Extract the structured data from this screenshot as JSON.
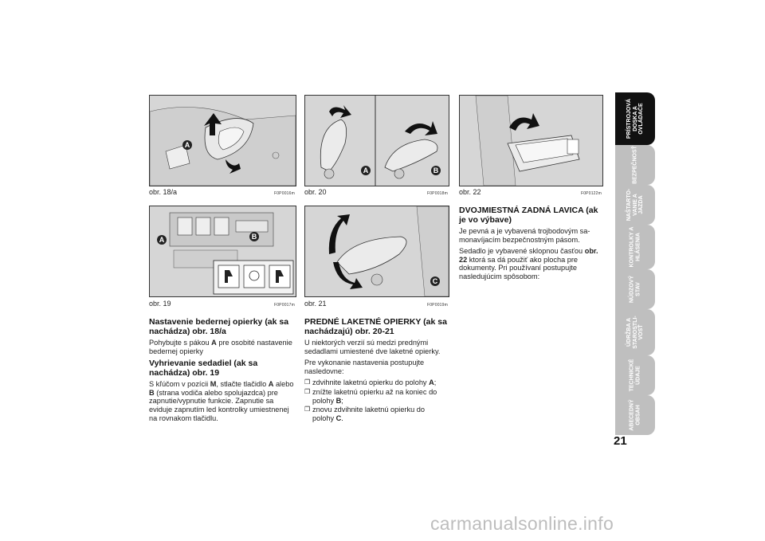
{
  "figures": {
    "fig18a": {
      "caption": "obr. 18/a",
      "code": "F0P0016m",
      "markers": [
        "A"
      ]
    },
    "fig19": {
      "caption": "obr. 19",
      "code": "F0P0017m",
      "markers": [
        "A",
        "B"
      ]
    },
    "fig20": {
      "caption": "obr. 20",
      "code": "F0P0018m",
      "markers": [
        "A",
        "B"
      ]
    },
    "fig21": {
      "caption": "obr. 21",
      "code": "F0P0019m",
      "markers": [
        "C"
      ]
    },
    "fig22": {
      "caption": "obr. 22",
      "code": "F0P0122m",
      "markers": []
    }
  },
  "col1": {
    "h1": "Nastavenie bedernej opierky (ak sa nachádza) obr. 18/a",
    "p1_a": "Pohybujte s pákou ",
    "p1_b": "A",
    "p1_c": " pre osobité nastavenie bedernej opierky",
    "h2": "Vyhrievanie sedadiel (ak sa nachádza) obr. 19",
    "p2_a": "S kľúčom v pozícii ",
    "p2_b": "M",
    "p2_c": ", stlačte tlačidlo ",
    "p2_d": "A",
    "p2_e": " alebo ",
    "p2_f": "B",
    "p2_g": " (strana vodiča alebo spolujazdca) pre zapnutie/vypnutie funkcie. Zapnutie sa eviduje zapnutím led kontrolky umiestnenej na rovnakom tlačidlu."
  },
  "col2": {
    "h1": "PREDNÉ LAKETNÉ OPIERKY (ak sa nachádzajú) obr. 20-21",
    "p1": "U niektorých verzií sú medzi prednými sedadlami umiestené dve laketné opierky.",
    "p2": "Pre vykonanie nastavenia postupujte nasledovne:",
    "bullet": "❒",
    "items": [
      {
        "text": "zdvihnite laketnú opierku do polohy ",
        "bold": "A",
        "end": ";"
      },
      {
        "text": "znížte laketnú opierku až na koniec do polohy ",
        "bold": "B",
        "end": ";"
      },
      {
        "text": "znovu zdvihnite laketnú opierku do polohy ",
        "bold": "C",
        "end": "."
      }
    ]
  },
  "col3": {
    "h1": "DVOJMIESTNÁ ZADNÁ LAVICA (ak je vo výbave)",
    "p1": "Je pevná a je vybavená trojbodovým sa-monavíjacím bezpečnostným pásom.",
    "p2_a": "Sedadlo je vybavené sklopnou časťou ",
    "p2_b": "obr. 22",
    "p2_c": " ktorá sa dá použiť ako plocha pre dokumenty. Pri používaní postupujte nasledujúcim spôsobom:"
  },
  "tabs": [
    {
      "label": "PRÍSTROJOVÁ DOSKA A OVLÁDAČE",
      "active": true
    },
    {
      "label": "BEZPEČNOSŤ",
      "active": false
    },
    {
      "label": "NAŠTARTO-VANIE A JAZDA",
      "active": false
    },
    {
      "label": "KONTROLKY A HLÁSENIA",
      "active": false
    },
    {
      "label": "NÚDZOVÝ STAV",
      "active": false
    },
    {
      "label": "ÚDRŽBA A STAROSTLI-VOSŤ",
      "active": false
    },
    {
      "label": "TECHNICKÉ ÚDAJE",
      "active": false
    },
    {
      "label": "ABECEDNÝ OBSAH",
      "active": false
    }
  ],
  "page_number": "21",
  "watermark": "carmanualsonline.info"
}
